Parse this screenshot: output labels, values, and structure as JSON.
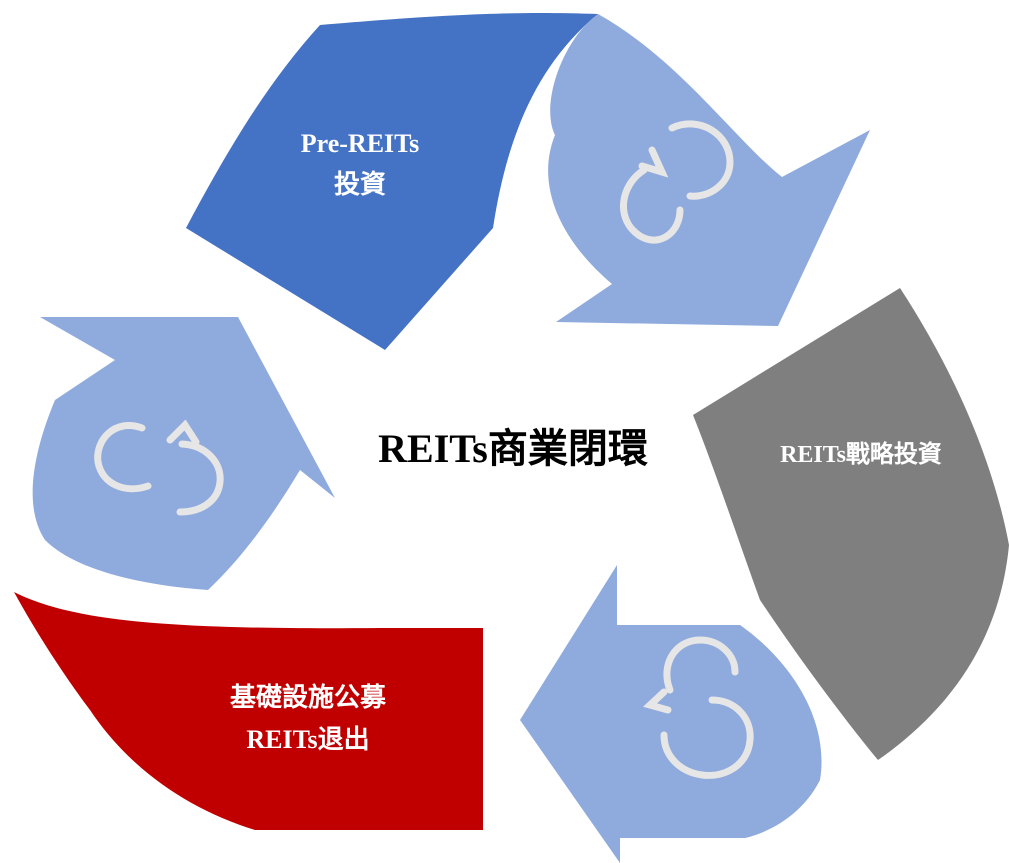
{
  "title": "REITs商業閉環",
  "segments": [
    {
      "id": "pre-reits",
      "line1": "Pre-REITs",
      "line2": "投資"
    },
    {
      "id": "strategy",
      "line1": "REITs戰略投資"
    },
    {
      "id": "exit",
      "line1": "基礎設施公募",
      "line2": "REITs退出"
    }
  ],
  "colors": {
    "blue_dark": "#4472c4",
    "blue_light": "#8faadc",
    "gray": "#808080",
    "red": "#c00000",
    "icon_stroke": "#e7e6e6",
    "text_dark": "#000000",
    "text_light": "#ffffff"
  }
}
